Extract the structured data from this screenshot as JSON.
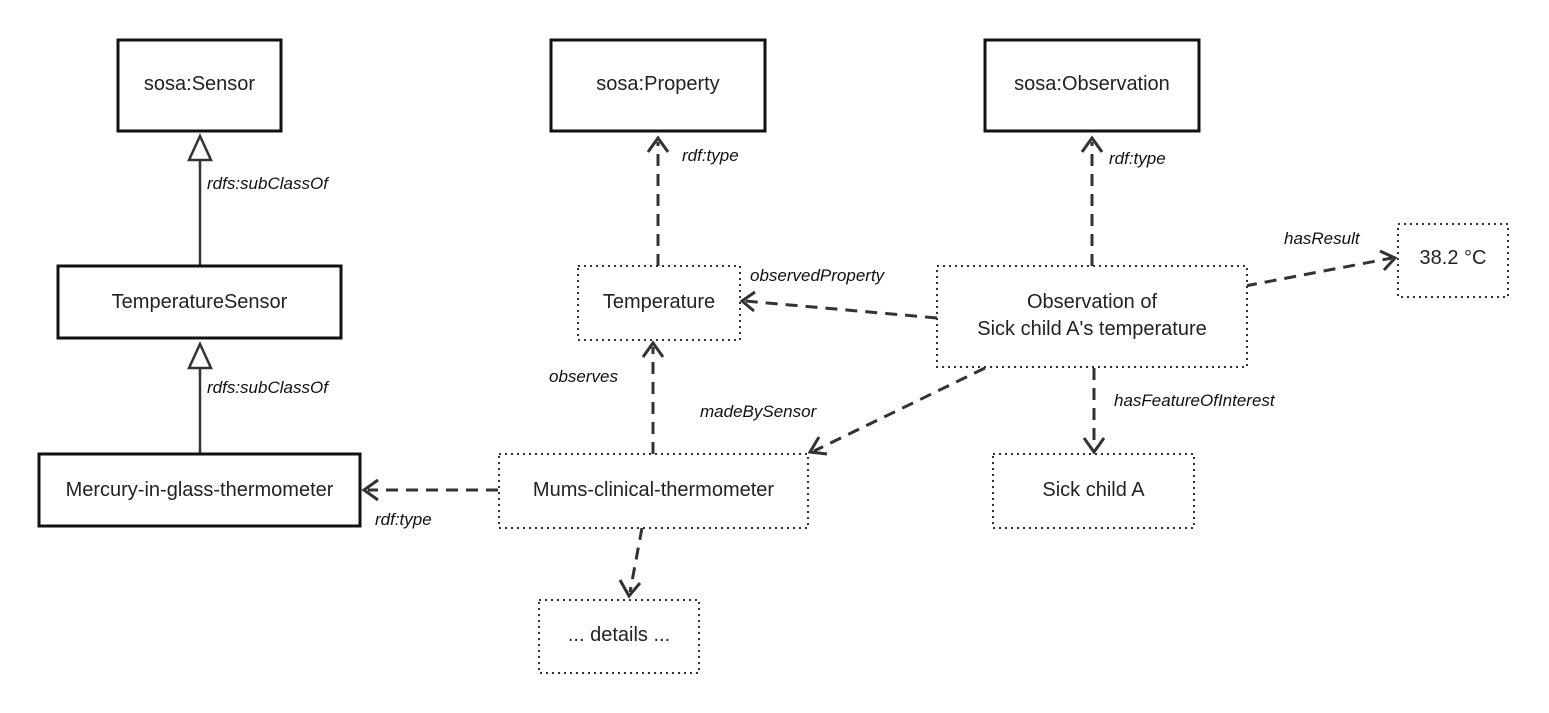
{
  "nodes": {
    "sensor": "sosa:Sensor",
    "property": "sosa:Property",
    "observation_class": "sosa:Observation",
    "temperature_sensor": "TemperatureSensor",
    "temperature": "Temperature",
    "observation": [
      "Observation of",
      "Sick child A's temperature"
    ],
    "result": "38.2 °C",
    "mercury": "Mercury-in-glass-thermometer",
    "mums": "Mums-clinical-thermometer",
    "sick_child": "Sick child A",
    "details": "... details ..."
  },
  "edges": {
    "subclass_1": "rdfs:subClassOf",
    "subclass_2": "rdfs:subClassOf",
    "temperature_type": "rdf:type",
    "observation_type": "rdf:type",
    "mums_type": "rdf:type",
    "observed_property": "observedProperty",
    "has_result": "hasResult",
    "observes": "observes",
    "made_by_sensor": "madeBySensor",
    "has_feature_of_interest": "hasFeatureOfInterest"
  }
}
